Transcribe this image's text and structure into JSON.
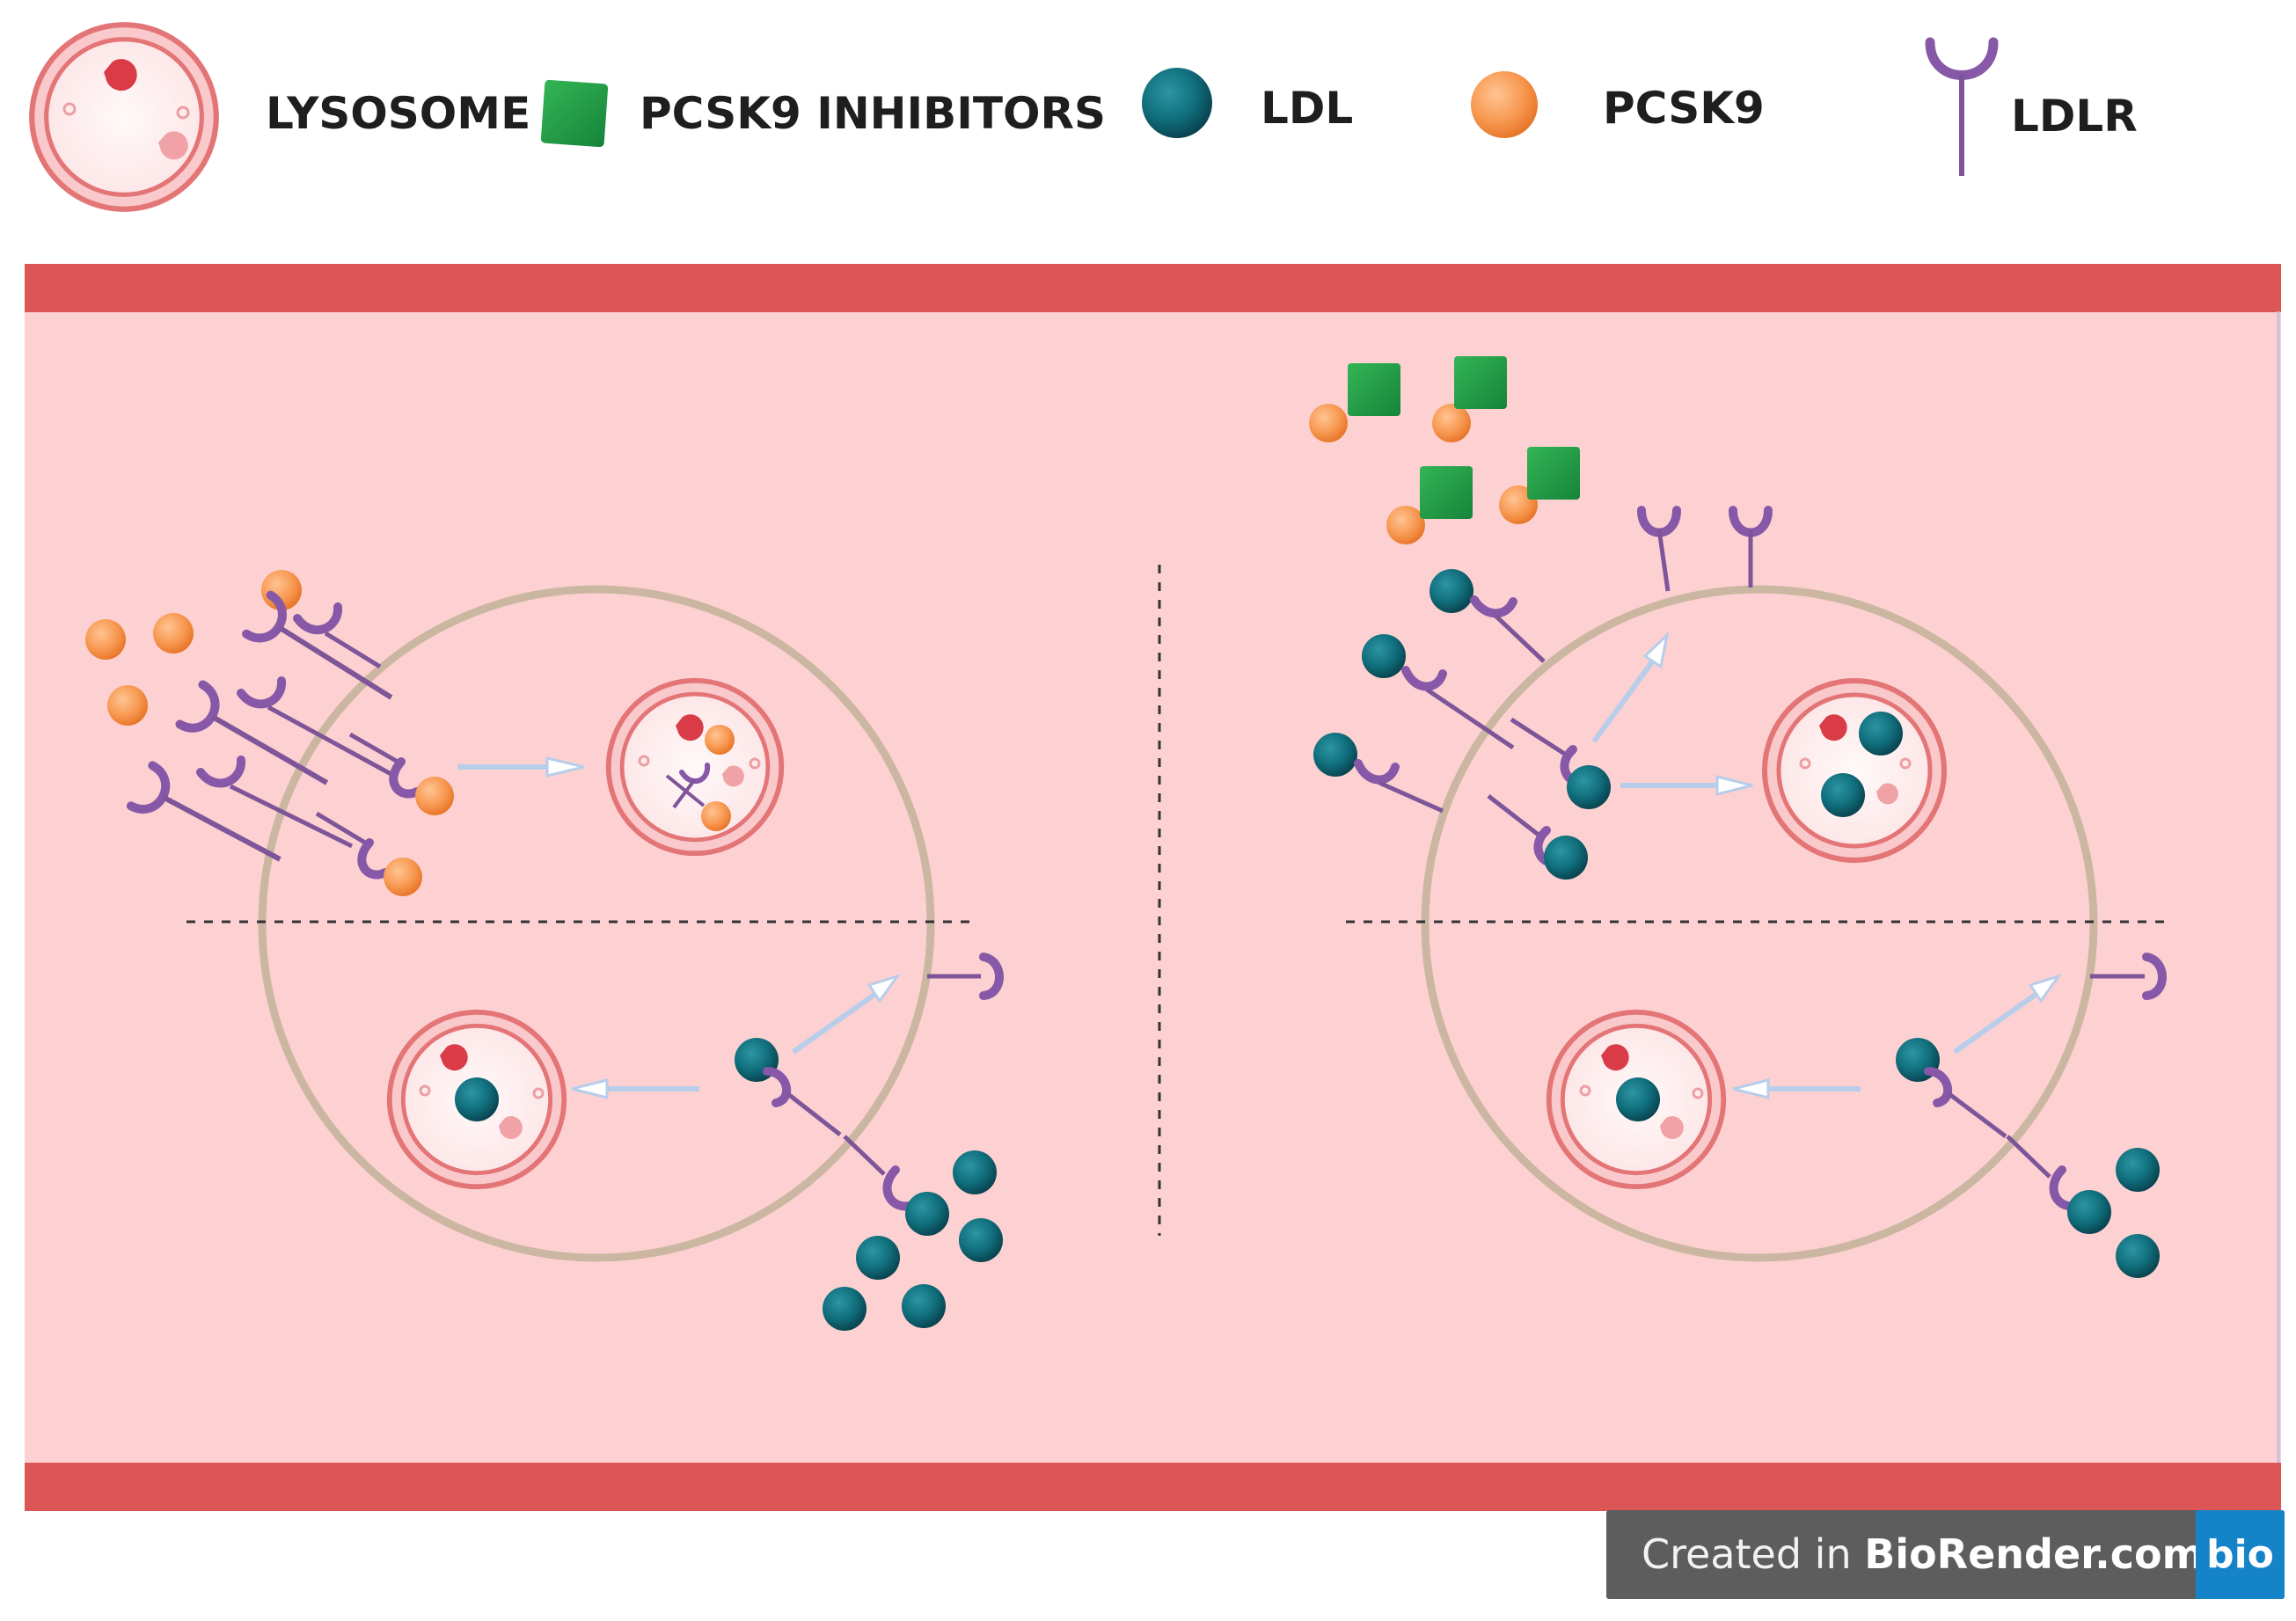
{
  "legend": {
    "lysosome": "LYSOSOME",
    "inhibitors": "PCSK9 INHIBITORS",
    "ldl": "LDL",
    "pcsk9": "PCSK9",
    "ldlr": "LDLR"
  },
  "watermark": {
    "prefix": "Created in ",
    "brand": "BioRender.com",
    "logo": "bio"
  },
  "colors": {
    "vessel_wall": "#dc5656",
    "lumen": "#fdd1d2",
    "cell_membrane": "#cbb7a1",
    "ldl": "#0f6b79",
    "pcsk9": "#f6974f",
    "inhibitor": "#1e9b40",
    "ldlr": "#8658a7",
    "arrow": "#b7cdea",
    "lysosome_ring": "#e67b7d"
  }
}
